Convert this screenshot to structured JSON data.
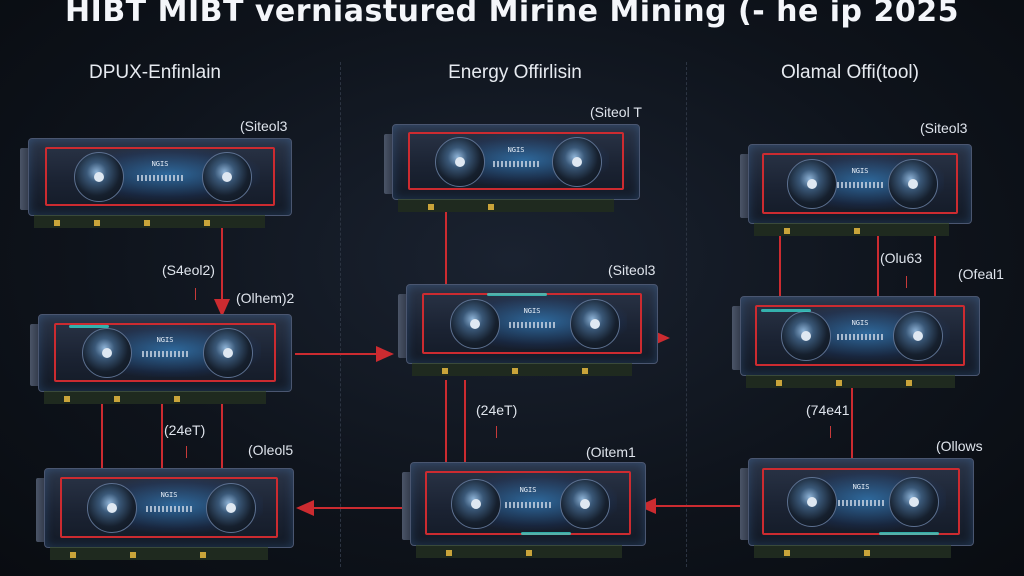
{
  "title": "HIBT MIBT verniastured Mirine Mining (- he ip 2025",
  "columns": [
    {
      "heading": "DPUX-Enfinlain"
    },
    {
      "heading": "Energy Offirlisin"
    },
    {
      "heading": "Olamal Offi(tool)"
    }
  ],
  "labels": {
    "c1_top": "(Siteol3",
    "c1_mid_a": "(S4eol2)",
    "c1_mid_b": "(Olhem)2",
    "c1_low": "(24eT)",
    "c1_bottom": "(Oleol5",
    "c2_top": "(Siteol T",
    "c2_mid": "(Siteol3",
    "c2_low": "(24eT)",
    "c2_bottom": "(Oitem1",
    "c3_top": "(Siteol3",
    "c3_mid_a": "(Olu63",
    "c3_mid_b": "(Ofeal1",
    "c3_low": "(74e41",
    "c3_bottom": "(Ollows"
  },
  "gpu_text": "NGIS",
  "colors": {
    "link": "#cc2b30",
    "accent": "#38d2c8"
  }
}
